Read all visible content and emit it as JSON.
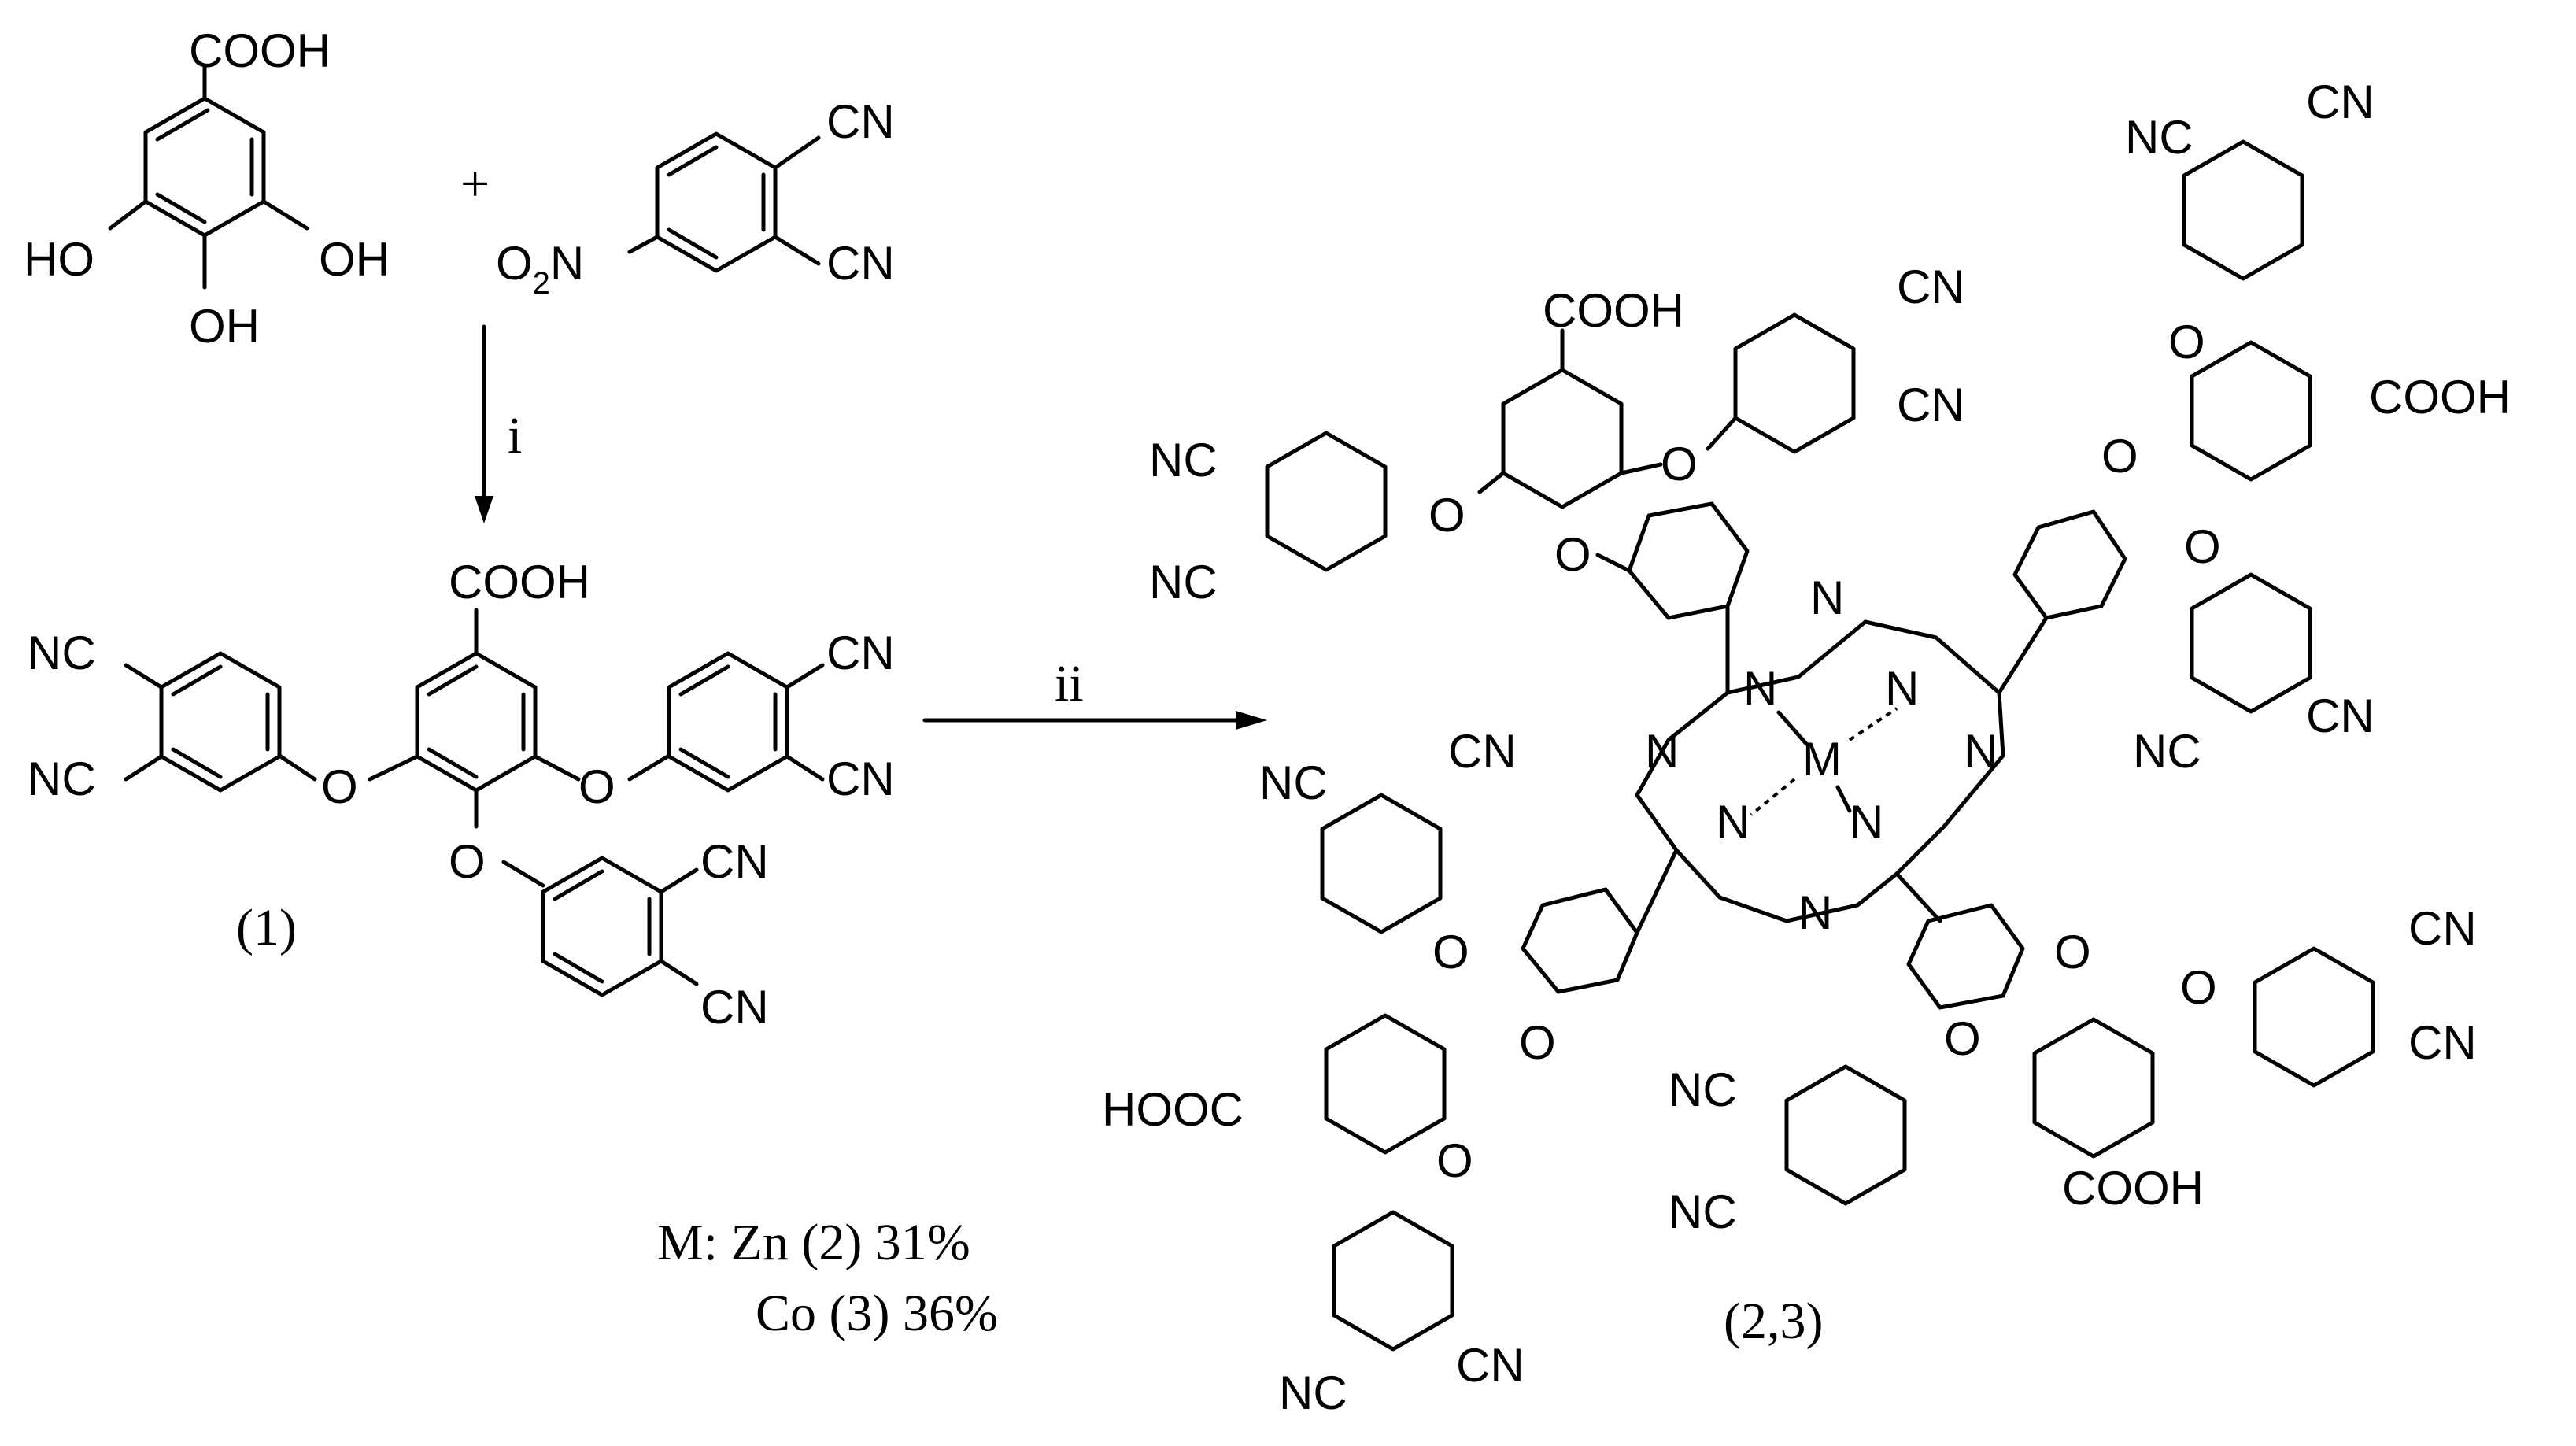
{
  "labels": {
    "plus": "+",
    "step_i": "i",
    "step_ii": "ii",
    "compound_1": "(1)",
    "compound_23": "(2,3)",
    "metal_center": "M",
    "yield_line1": "M: Zn (2) 31%",
    "yield_line2": "Co (3) 36%"
  },
  "groups": {
    "acid": "COOH",
    "acid_left": "HOOC",
    "nitrile": "CN",
    "nitrile_left": "NC",
    "hydroxyl": "OH",
    "hydroxyl_left": "HO",
    "nitro_prefix": "O",
    "nitro_sub": "2",
    "nitro_suffix": "N",
    "oxygen": "O",
    "nitrogen": "N"
  }
}
